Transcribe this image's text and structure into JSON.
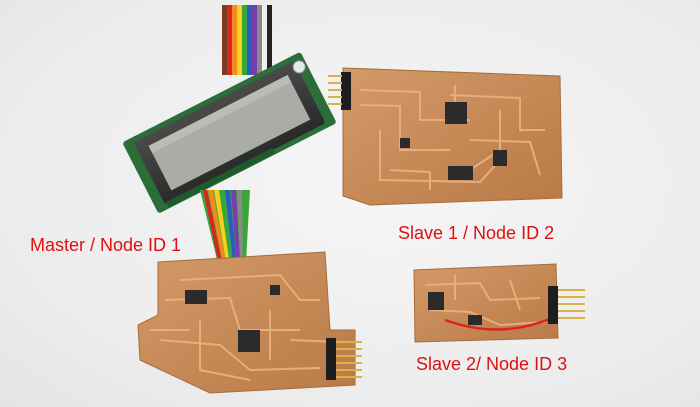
{
  "labels": {
    "master": "Master / Node ID 1",
    "slave1": "Slave 1 / Node ID 2",
    "slave2": "Slave 2/ Node ID 3"
  },
  "colors": {
    "label_text": "#e01010",
    "pcb_copper": "#c98a55",
    "pcb_trace": "#e1a36e",
    "background": "#ededed",
    "lcd_screen": "#a9ada5",
    "ribbon": [
      "#7a3b1f",
      "#d7261f",
      "#f08a1e",
      "#f1d21f",
      "#3aa63a",
      "#2a5bc8",
      "#7a3fa6",
      "#8a8a8a",
      "#efefef",
      "#222222"
    ]
  },
  "icons": {
    "lcd": "lcd-display-module",
    "ribbon": "rainbow-ribbon-cable",
    "pcb": "copper-pcb-board"
  }
}
